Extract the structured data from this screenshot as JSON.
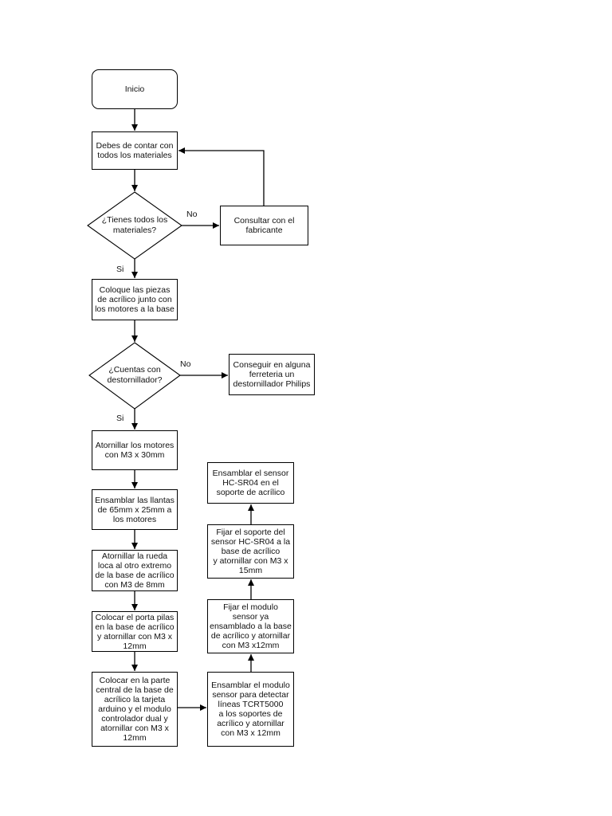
{
  "nodes": {
    "start": {
      "lines": [
        "Inicio"
      ]
    },
    "materials_check": {
      "lines": [
        "Debes de contar con",
        "todos los materiales"
      ]
    },
    "decision_materials": {
      "lines": [
        "¿Tienes todos los",
        "materiales?"
      ]
    },
    "consult_manufacturer": {
      "lines": [
        "Consultar con el",
        "fabricante"
      ]
    },
    "place_acrylic": {
      "lines": [
        "Coloque las piezas",
        "de acrílico junto con",
        "los motores a la base"
      ]
    },
    "decision_screwdriver": {
      "lines": [
        "¿Cuentas con",
        "destornillador?"
      ]
    },
    "get_screwdriver": {
      "lines": [
        "Conseguir en alguna",
        "ferreteria un",
        "destornillador Philips"
      ]
    },
    "screw_motors": {
      "lines": [
        "Atornillar los motores",
        "con M3 x 30mm"
      ]
    },
    "assemble_wheels": {
      "lines": [
        "Ensamblar las llantas",
        "de 65mm x 25mm a",
        "los motores"
      ]
    },
    "screw_caster": {
      "lines": [
        "Atornillar la rueda",
        "loca al otro extremo",
        "de la base de acrílico",
        "con M3 de 8mm"
      ]
    },
    "battery_holder": {
      "lines": [
        "Colocar el porta pilas",
        "en la base de acrílico",
        "y atornillar con M3 x",
        "12mm"
      ]
    },
    "place_arduino": {
      "lines": [
        "Colocar en la parte",
        "central de la base de",
        "acrílico la tarjeta",
        "arduino y el modulo",
        "controlador dual y",
        "atornillar con M3 x",
        "12mm"
      ]
    },
    "assemble_line_sensor": {
      "lines": [
        "Ensamblar el modulo",
        "sensor para detectar",
        "líneas TCRT5000",
        "a los soportes de",
        "acrílico y atornillar",
        "con M3 x 12mm"
      ]
    },
    "fix_line_sensor": {
      "lines": [
        "Fijar el modulo",
        "sensor ya",
        "ensamblado a la base",
        "de acrílico y atornillar",
        "con M3 x12mm"
      ]
    },
    "fix_hc_support": {
      "lines": [
        "Fijar el soporte del",
        "sensor HC-SR04 a la",
        "base de acrílico",
        "y atornillar con M3 x",
        "15mm"
      ]
    },
    "assemble_hc_sensor": {
      "lines": [
        "Ensamblar el sensor",
        "HC-SR04 en el",
        "soporte de acrílico"
      ]
    }
  },
  "edge_labels": {
    "materials_no": "No",
    "materials_si": "Si",
    "screwdriver_no": "No",
    "screwdriver_si": "Si"
  },
  "colors": {
    "stroke": "#000000",
    "fill": "#ffffff",
    "text": "#111111"
  }
}
